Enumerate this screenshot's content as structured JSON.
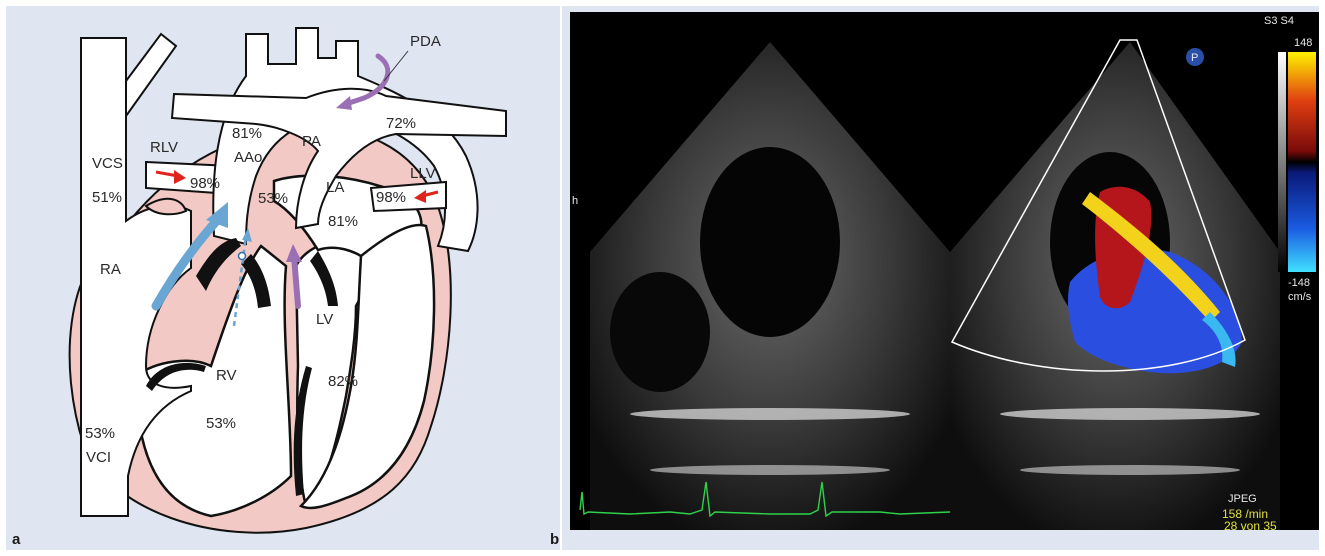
{
  "panel_a": {
    "letter": "a",
    "labels": {
      "pda": "PDA",
      "pa": "PA",
      "pa_sat": "72%",
      "aao_sat": "81%",
      "aao": "AAo",
      "rlv": "RLV",
      "rlv_sat": "98%",
      "vcs": "VCS",
      "vcs_sat": "51%",
      "la_valve_sat": "53%",
      "la": "LA",
      "la_sat": "81%",
      "llv": "LLV",
      "llv_sat": "98%",
      "ra": "RA",
      "lv": "LV",
      "rv": "RV",
      "rv_sat": "53%",
      "lv_sat": "82%",
      "vci_sat": "53%",
      "vci": "VCI"
    },
    "colors": {
      "background": "#dfe6f1",
      "vessel_fill": "#ffffff",
      "myocardium": "#f2c9c4",
      "outline": "#111111",
      "arrow_blue": "#6aa6d3",
      "arrow_purple": "#9b6fb3",
      "arrow_red": "#e0241b"
    }
  },
  "panel_b": {
    "letter": "b",
    "overlay": {
      "top_right": "S3 S4",
      "scale_top": "148",
      "scale_bottom": "-148",
      "scale_unit": "cm/s",
      "left_marker": "h",
      "probe_icon": "P",
      "format": "JPEG",
      "hr": "158 /min",
      "frame": "28 von 35"
    },
    "colors": {
      "background": "#000000",
      "ecg": "#2fd24a",
      "doppler_red": "#b4161b",
      "doppler_blue": "#2a4fe0",
      "doppler_yellow": "#f2d21a",
      "doppler_cyan": "#3ab8f0"
    }
  }
}
